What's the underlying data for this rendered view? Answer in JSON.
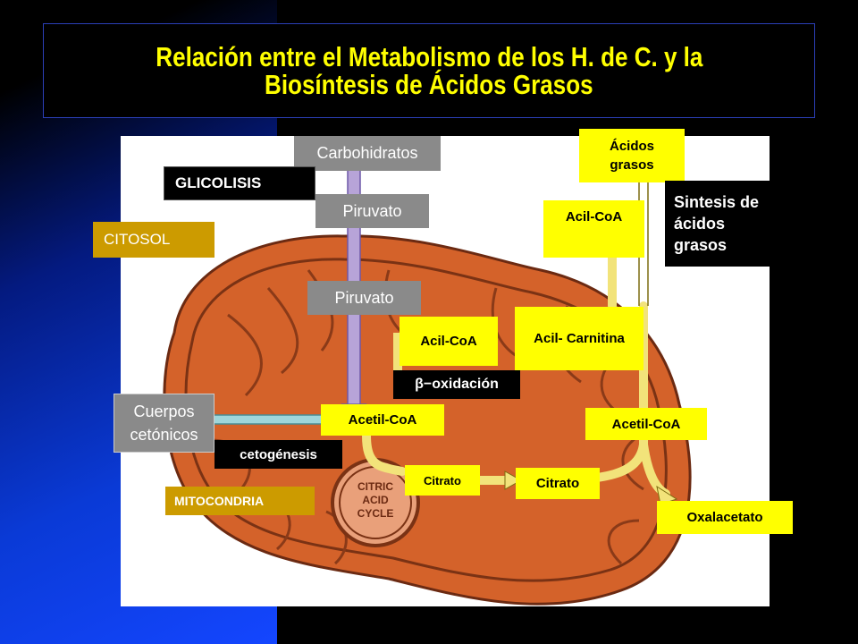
{
  "title": {
    "line1": "Relación entre el Metabolismo de los H. de C. y la",
    "line2": "Biosíntesis de Ácidos Grasos"
  },
  "labels": {
    "carbohidratos": "Carbohidratos",
    "glicolisis": "GLICOLISIS",
    "piruvato_top": "Piruvato",
    "citosol": "CITOSOL",
    "piruvato_mito": "Piruvato",
    "acidos_grasos": "Ácidos grasos",
    "acil_coa_top": "Acil-CoA",
    "sintesis": "Sintesis de ácidos grasos",
    "acil_coa_mito": "Acil-CoA",
    "acil_carnitina": "Acil- Carnitina",
    "beta_oxidacion": "β−oxidación",
    "cuerpos_cetonicos": "Cuerpos cetónicos",
    "acetil_coa_mito": "Acetil-CoA",
    "acetil_coa_right": "Acetil-CoA",
    "cetogenesis": "cetogénesis",
    "citrato_small": "Citrato",
    "citrato": "Citrato",
    "mitocondria": "MITOCONDRIA",
    "oxalacetato": "Oxalacetato",
    "cycle_line1": "CITRIC",
    "cycle_line2": "ACID",
    "cycle_line3": "CYCLE"
  },
  "colors": {
    "background": "#000000",
    "title_text": "#ffff00",
    "mitochondrion": "#d4622a",
    "label_gray": "#8a8a8a",
    "label_yellow": "#ffff00",
    "label_tan": "#cc9b00"
  }
}
